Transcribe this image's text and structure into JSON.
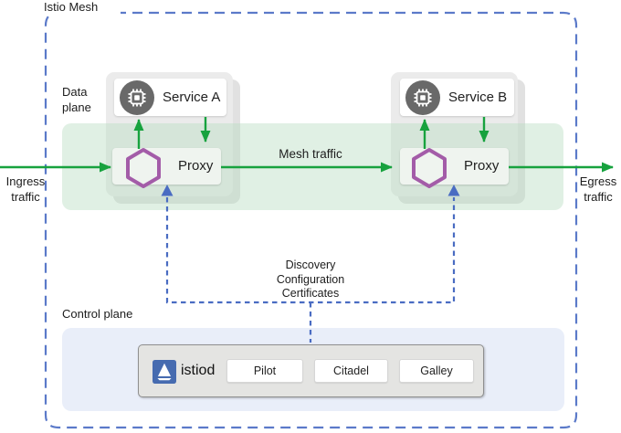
{
  "diagram": {
    "title": "Istio Mesh",
    "regions": {
      "data_plane": "Data plane",
      "control_plane": "Control plane"
    },
    "traffic_labels": {
      "ingress": "Ingress traffic",
      "egress": "Egress traffic",
      "mesh": "Mesh traffic"
    },
    "connector_caption": [
      "Discovery",
      "Configuration",
      "Certificates"
    ],
    "nodes": {
      "service_a": "Service A",
      "service_b": "Service B",
      "proxy_a": "Proxy",
      "proxy_b": "Proxy",
      "istiod": "istiod",
      "istiod_components": [
        "Pilot",
        "Citadel",
        "Galley"
      ]
    },
    "icons": {
      "service": "chip-icon",
      "proxy": "hexagon-outline-icon",
      "istiod": "istio-sailboat-icon"
    },
    "colors": {
      "green": "#17a23e",
      "band": "rgba(186,222,196,0.45)",
      "blue_dash": "#4a6cc2",
      "border_blue": "#5b7ac9",
      "purple": "#a35ca8",
      "istio_blue": "#466bb0",
      "pod_front": "#ebebeb",
      "pod_back": "#e1e1e1",
      "control_bg": "#e9eef9",
      "istiod_bg": "#e4e4e2",
      "proxy_bg": "#eff4ef",
      "text": "#1f1f1f"
    }
  }
}
